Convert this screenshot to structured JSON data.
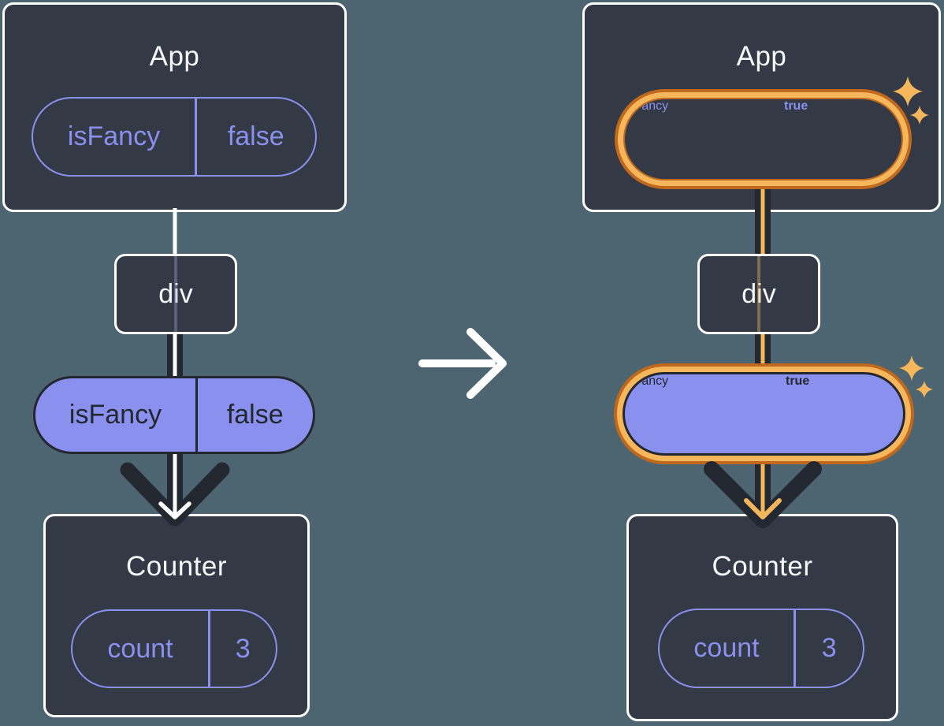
{
  "page": {
    "background": "#4C6570"
  },
  "colors": {
    "card_fill": "#333945",
    "card_border": "#FFFFFF",
    "ink_dark": "#23272F",
    "purple": "#8A90EE",
    "orange_light": "#F6B75C",
    "orange_dark": "#C0681D",
    "text_white": "#F6F7F9"
  },
  "before": {
    "app": {
      "title": "App",
      "state_name": "isFancy",
      "state_value": "false"
    },
    "div_label": "div",
    "prop_name": "isFancy",
    "prop_value": "false",
    "counter": {
      "title": "Counter",
      "state_name": "count",
      "state_value": "3"
    }
  },
  "after": {
    "app": {
      "title": "App",
      "state_name": "isFancy",
      "state_value": "true"
    },
    "div_label": "div",
    "prop_name": "isFancy",
    "prop_value": "true",
    "counter": {
      "title": "Counter",
      "state_name": "count",
      "state_value": "3"
    }
  }
}
